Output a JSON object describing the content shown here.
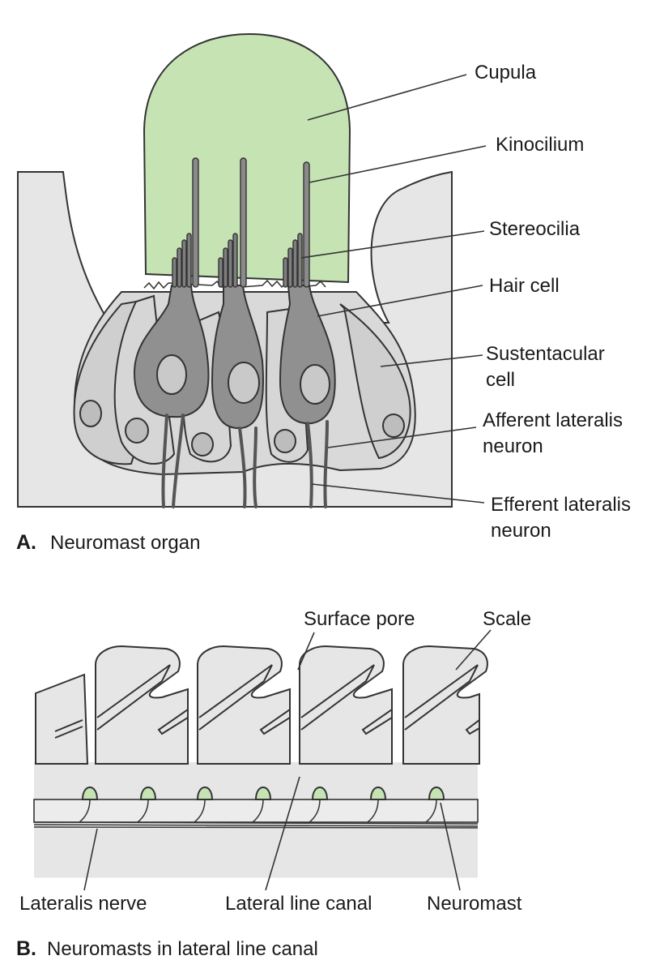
{
  "panel_a": {
    "caption_letter": "A.",
    "caption_text": "Neuromast organ",
    "labels": {
      "cupula": "Cupula",
      "kinocilium": "Kinocilium",
      "stereocilia": "Stereocilia",
      "hair_cell": "Hair cell",
      "sustentacular_1": "Sustentacular",
      "sustentacular_2": "cell",
      "afferent_1": "Afferent lateralis",
      "afferent_2": "neuron",
      "efferent_1": "Efferent lateralis",
      "efferent_2": "neuron"
    }
  },
  "panel_b": {
    "caption_letter": "B.",
    "caption_text": "Neuromasts in lateral line canal",
    "labels": {
      "surface_pore": "Surface pore",
      "scale": "Scale",
      "lateralis_nerve": "Lateralis nerve",
      "lateral_line_canal": "Lateral line canal",
      "neuromast": "Neuromast"
    }
  },
  "colors": {
    "cupula": "#c6e3b4",
    "tissue": "#e6e6e6",
    "hair_cell": "#8f8f8f",
    "support_cell": "#cfcfcf",
    "outline": "#333333"
  }
}
